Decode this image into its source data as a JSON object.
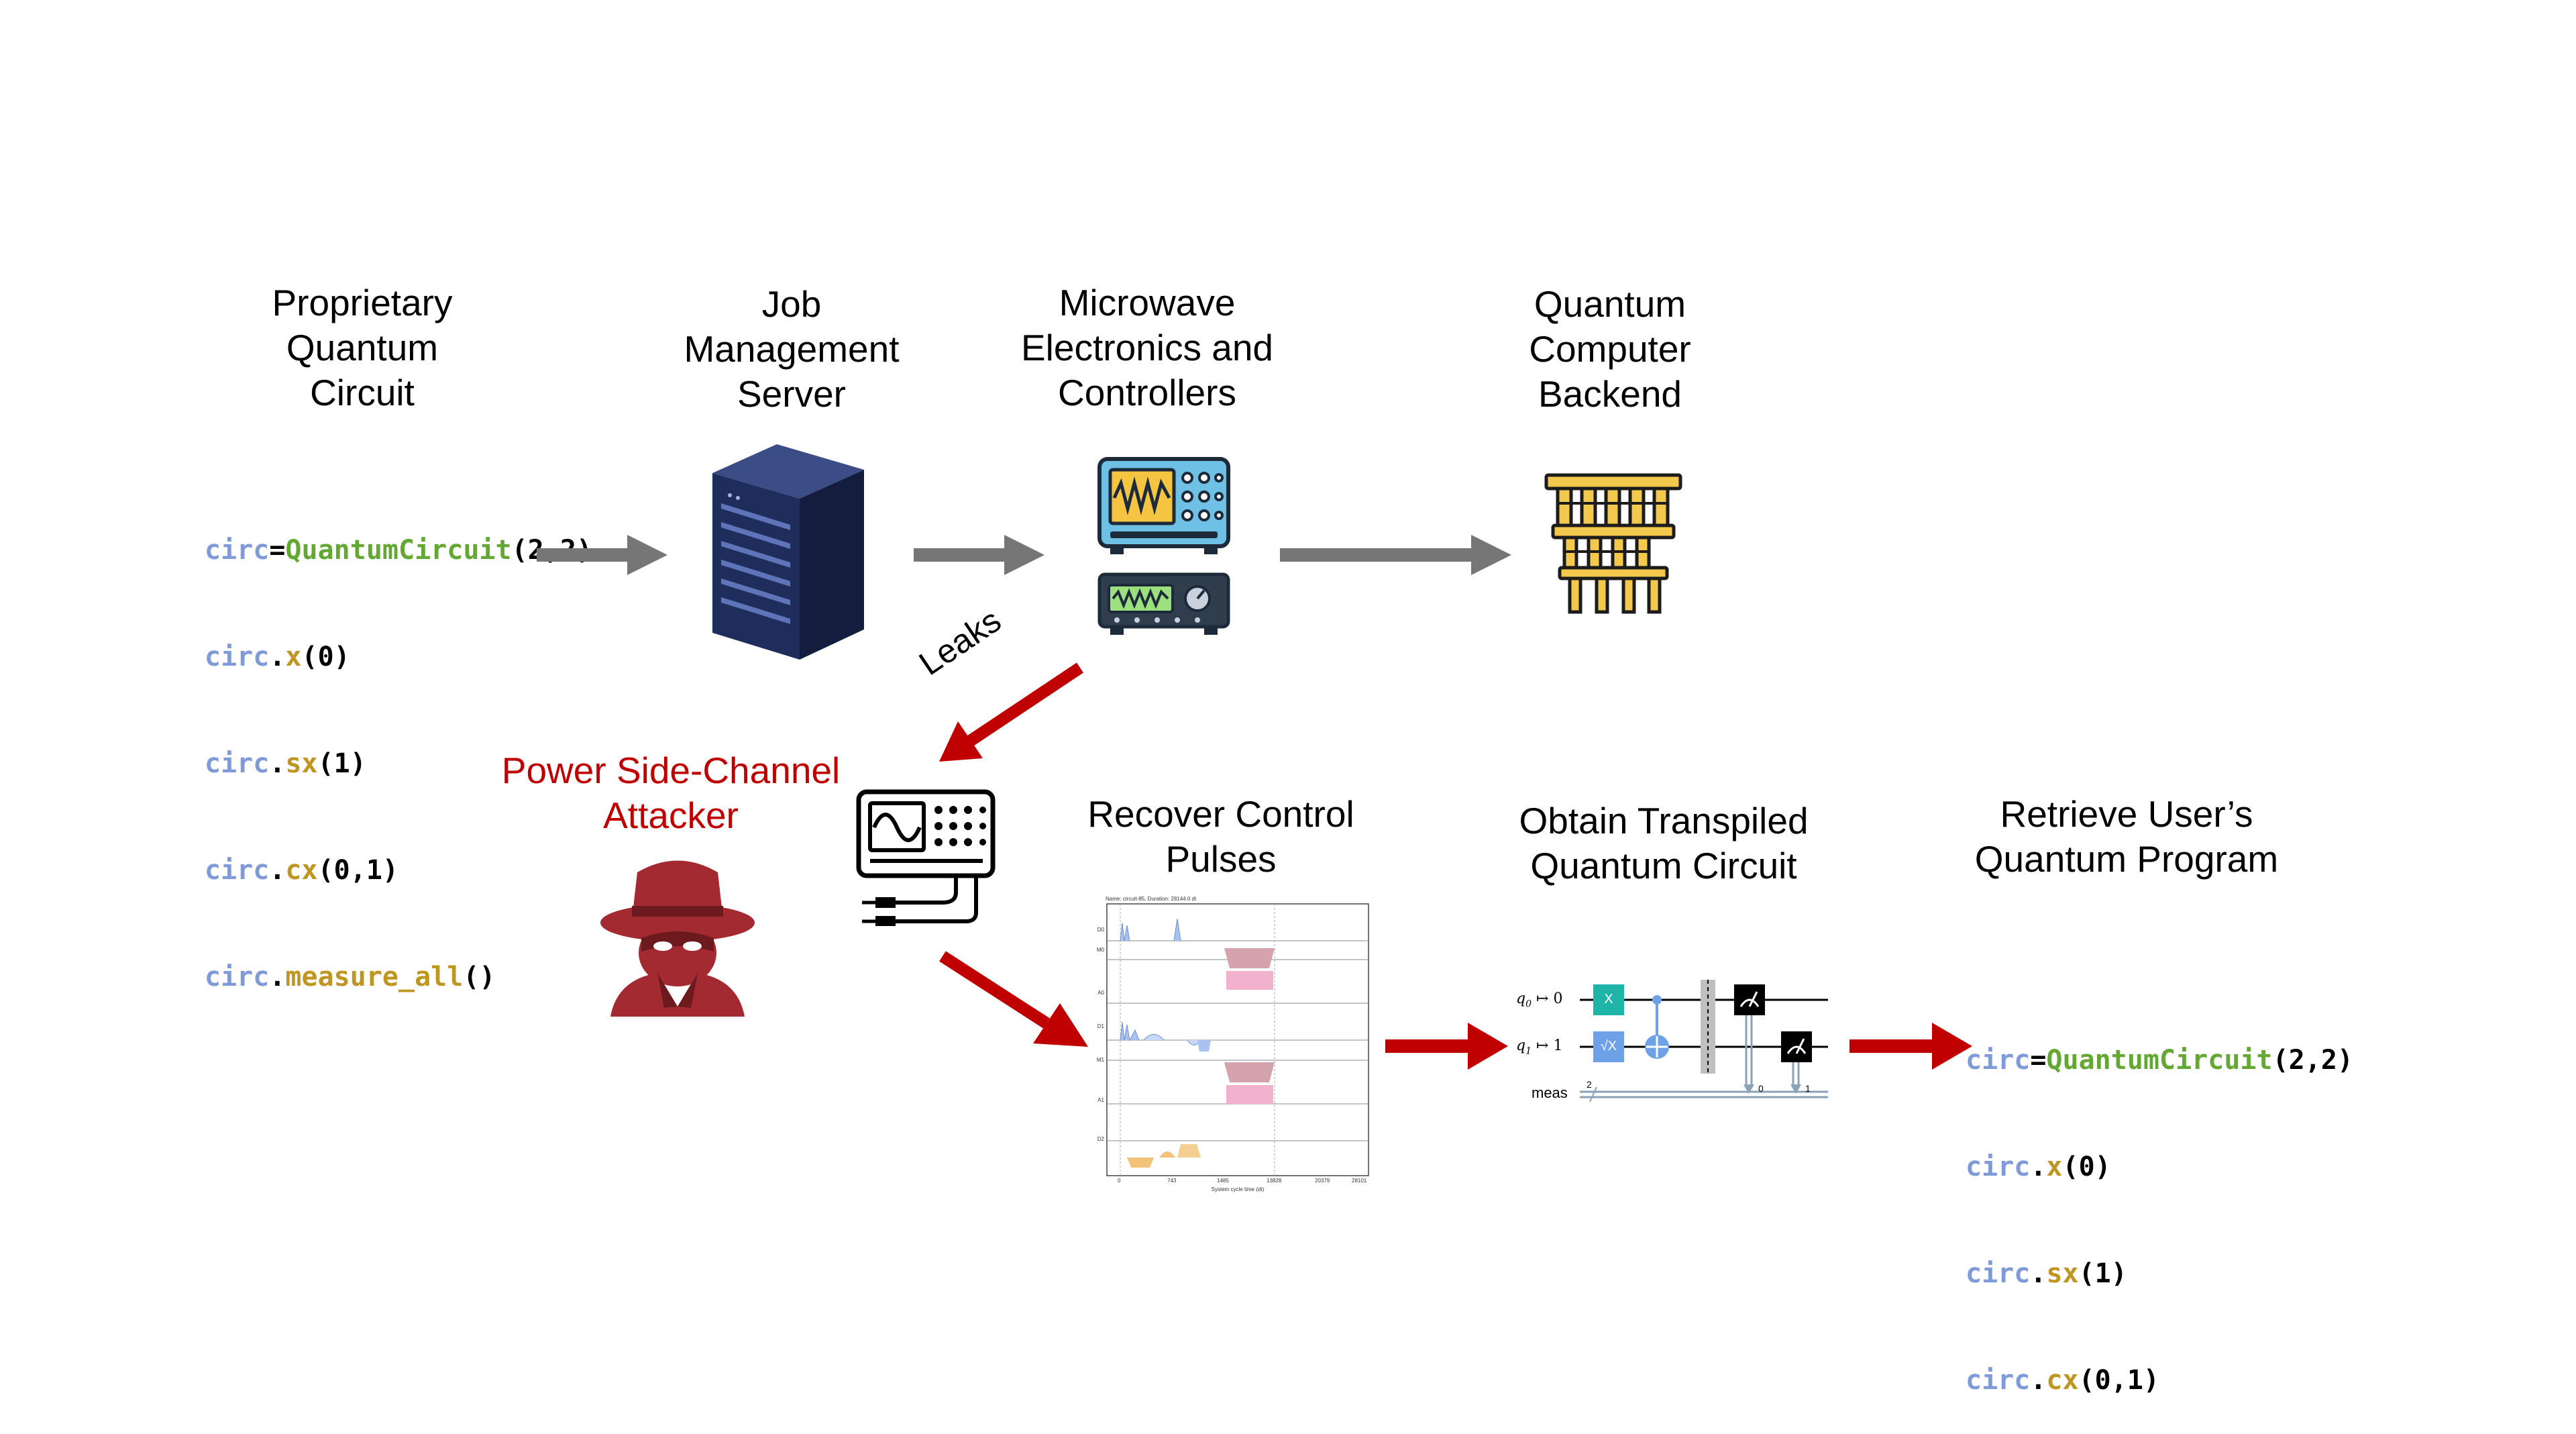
{
  "stages": {
    "proprietary": [
      "Proprietary",
      "Quantum",
      "Circuit"
    ],
    "job_server": [
      "Job",
      "Management",
      "Server"
    ],
    "microwave": [
      "Microwave",
      "Electronics and",
      "Controllers"
    ],
    "backend": [
      "Quantum",
      "Computer",
      "Backend"
    ],
    "attacker": [
      "Power Side-Channel",
      "Attacker"
    ],
    "recover": [
      "Recover Control",
      "Pulses"
    ],
    "transpiled": [
      "Obtain Transpiled",
      "Quantum Circuit"
    ],
    "retrieve": [
      "Retrieve User’s",
      "Quantum Program"
    ]
  },
  "leaks_label": "Leaks",
  "source_code": [
    {
      "var": "circ",
      "op": "=",
      "fn": "QuantumCircuit",
      "args": "(2,2)"
    },
    {
      "var": "circ",
      "op": ".",
      "fn": "x",
      "args": "(0)"
    },
    {
      "var": "circ",
      "op": ".",
      "fn": "sx",
      "args": "(1)"
    },
    {
      "var": "circ",
      "op": ".",
      "fn": "cx",
      "args": "(0,1)"
    },
    {
      "var": "circ",
      "op": ".",
      "fn": "measure_all",
      "args": "()"
    }
  ],
  "recovered_code": [
    {
      "var": "circ",
      "op": "=",
      "fn": "QuantumCircuit",
      "args": "(2,2)"
    },
    {
      "var": "circ",
      "op": ".",
      "fn": "x",
      "args": "(0)"
    },
    {
      "var": "circ",
      "op": ".",
      "fn": "sx",
      "args": "(1)"
    },
    {
      "var": "circ",
      "op": ".",
      "fn": "cx",
      "args": "(0,1)"
    }
  ],
  "circuit": {
    "q0": "q",
    "q0_sub": "0",
    "q0_map": "↦ 0",
    "q1": "q",
    "q1_sub": "1",
    "q1_map": "↦ 1",
    "meas": "meas",
    "meas_count": "2",
    "gate_x": "X",
    "gate_sx": "√X",
    "meas_idx0": "0",
    "meas_idx1": "1"
  },
  "pulse_plot": {
    "title": "Name: circuit-85, Duration: 28144.0 dt",
    "xlabel": "System cycle time (dt)",
    "xticks": [
      "0",
      "743",
      "1485",
      "13828",
      "20379",
      "28101"
    ],
    "channels": [
      "D0",
      "M0",
      "A0",
      "D1",
      "M1",
      "A1",
      "D2"
    ]
  },
  "colors": {
    "arrow_gray": "#767676",
    "arrow_red": "#c00000",
    "code_var": "#7f9ad9",
    "code_class": "#63a832",
    "code_method": "#c09622",
    "gate_x": "#1eb5a8",
    "gate_sx": "#6ea1e8",
    "cnot": "#6ea1e8"
  }
}
